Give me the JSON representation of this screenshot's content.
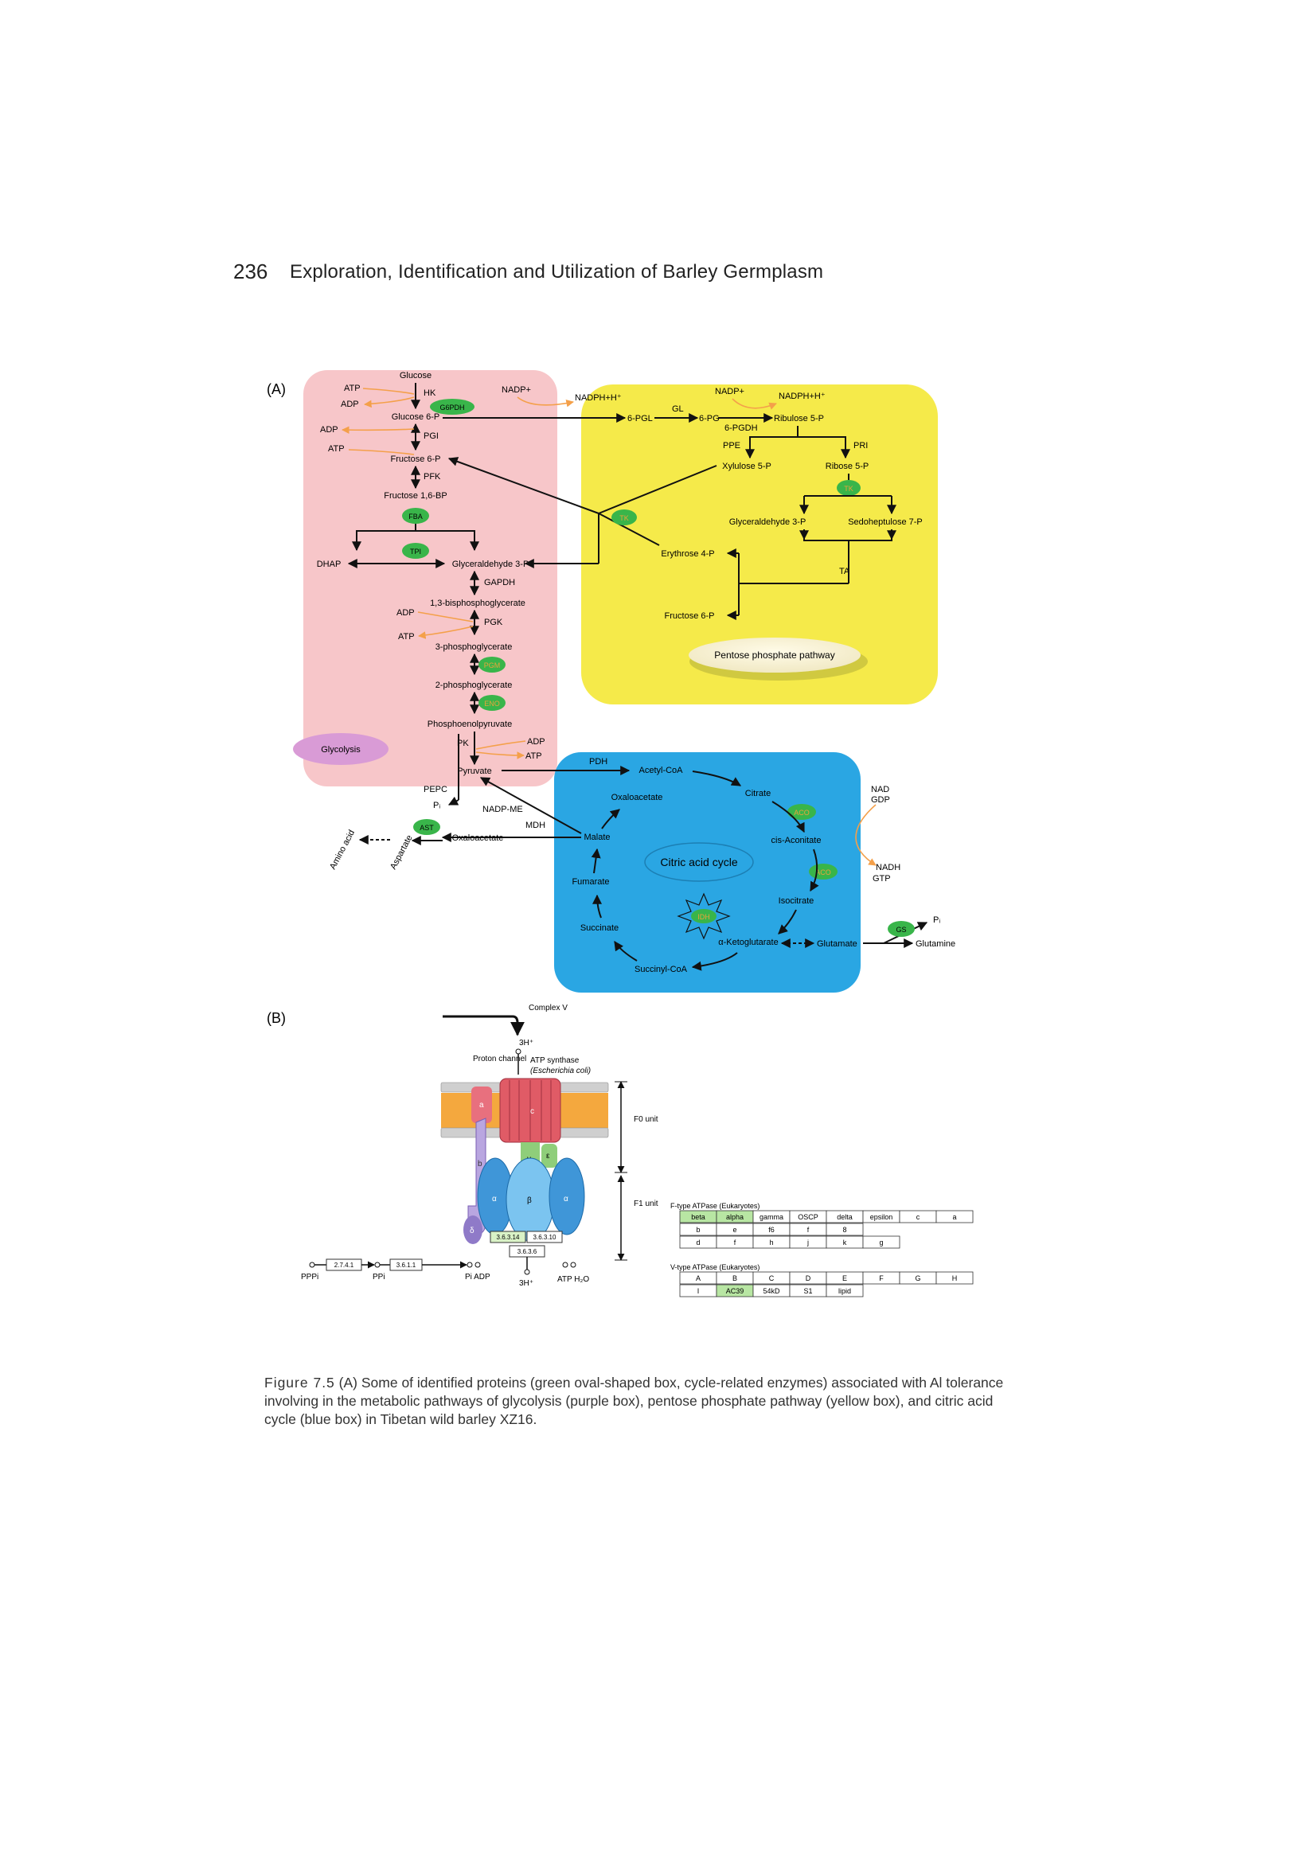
{
  "page": {
    "number": "236",
    "running_title": "Exploration, Identification and Utilization of Barley Germplasm"
  },
  "figure": {
    "panel_a_label": "(A)",
    "panel_b_label": "(B)",
    "glycolysis": {
      "box_label": "Glycolysis",
      "metabolites": {
        "glucose": "Glucose",
        "glucose6p": "Glucose 6-P",
        "fructose6p": "Fructose 6-P",
        "fructose16bp": "Fructose 1,6-BP",
        "dhap": "DHAP",
        "g3p": "Glyceraldehyde 3-P",
        "bpg": "1,3-bisphosphoglycerate",
        "pg3": "3-phosphoglycerate",
        "pg2": "2-phosphoglycerate",
        "pep": "Phosphoenolpyruvate",
        "pyruvate": "Pyruvate"
      },
      "enzymes": {
        "hk": "HK",
        "pgi": "PGI",
        "pfk": "PFK",
        "gapdh": "GAPDH",
        "pgk": "PGK",
        "pk": "PK"
      },
      "cofactors": {
        "atp1": "ATP",
        "adp1": "ADP",
        "adp2": "ADP",
        "atp2": "ATP",
        "adp3": "ADP",
        "atp3": "ATP",
        "adp4": "ADP",
        "atp4": "ATP"
      },
      "proteins": {
        "fba": "FBA",
        "tpi": "TPI",
        "pgm": "PGM",
        "eno": "ENO"
      }
    },
    "pentose": {
      "box_label": "Pentose phosphate pathway",
      "nadp1": "NADP+",
      "nadph1": "NADPH+H⁺",
      "nadp2": "NADP+",
      "nadph2": "NADPH+H⁺",
      "pgl": "6-PGL",
      "gl": "GL",
      "pg6": "6-PG",
      "pgdh": "6-PGDH",
      "ribulose": "Ribulose 5-P",
      "ppe": "PPE",
      "pri": "PRI",
      "xylulose": "Xylulose 5-P",
      "ribose": "Ribose 5-P",
      "g3p": "Glyceraldehyde 3-P",
      "sedo": "Sedoheptulose 7-P",
      "erythrose": "Erythrose 4-P",
      "ta": "TA",
      "fructose6p": "Fructose 6-P",
      "proteins": {
        "g6pdh": "G6PDH",
        "tk1": "TK",
        "tk2": "TK"
      }
    },
    "tca": {
      "box_label": "Citric acid cycle",
      "pdh": "PDH",
      "acetylcoa": "Acetyl-CoA",
      "citrate": "Citrate",
      "oxaloacetate": "Oxaloacetate",
      "cis_aconitate": "cis-Aconitate",
      "isocitrate": "Isocitrate",
      "akg": "α-Ketoglutarate",
      "succinylcoa": "Succinyl-CoA",
      "succinate": "Succinate",
      "fumarate": "Fumarate",
      "malate": "Malate",
      "nad": "NAD",
      "gdp": "GDP",
      "nadh": "NADH",
      "gtp": "GTP",
      "glutamate": "Glutamate",
      "glutamine": "Glutamine",
      "pi": "Pᵢ",
      "proteins": {
        "aco1": "ACO",
        "aco2": "ACO",
        "gs": "GS",
        "idh": "IDH"
      }
    },
    "side": {
      "pepc": "PEPC",
      "pi": "Pᵢ",
      "nadp_me": "NADP-ME",
      "mdh": "MDH",
      "ast": "AST",
      "oxaloacetate": "Oxaloacetate",
      "aspartate": "Aspartate",
      "amino_acid": "Amino acid"
    },
    "atpase": {
      "complex": "Complex V",
      "h_top": "3H⁺",
      "proton_channel": "Proton channel",
      "synthase": "ATP synthase",
      "organism": "(Escherichia coli)",
      "f0_unit": "F0 unit",
      "f1_unit": "F1 unit",
      "subunits": {
        "a": "a",
        "b": "b",
        "c": "c",
        "gamma": "γ",
        "epsilon": "ε",
        "delta": "δ",
        "alpha1": "α",
        "beta": "β",
        "alpha2": "α"
      },
      "ec1": "3.6.3.14",
      "ec2": "3.6.3.10",
      "ec3": "3.6.3.6",
      "ec4": "2.7.4.1",
      "ec5": "3.6.1.1",
      "pppi": "PPPi",
      "ppi": "PPi",
      "pi_adp": "Pi ADP",
      "h_bottom": "3H⁺",
      "atp_h2o": "ATP H₂O",
      "ftype_title": "F-type ATPase (Eukaryotes)",
      "ftype_row1": [
        "beta",
        "alpha",
        "gamma",
        "OSCP",
        "delta",
        "epsilon",
        "c",
        "a"
      ],
      "ftype_row2": [
        "b",
        "e",
        "f6",
        "f",
        "8"
      ],
      "ftype_row3": [
        "d",
        "f",
        "h",
        "j",
        "k",
        "g"
      ],
      "vtype_title": "V-type ATPase (Eukaryotes)",
      "vtype_row1": [
        "A",
        "B",
        "C",
        "D",
        "E",
        "F",
        "G",
        "H"
      ],
      "vtype_row2": [
        "I",
        "AC39",
        "54kD",
        "S1",
        "lipid"
      ]
    }
  },
  "caption": {
    "label": "Figure 7.5",
    "text": "(A) Some of identified proteins (green oval-shaped box, cycle-related enzymes) associated with Al tolerance involving in the metabolic pathways of glycolysis (purple box), pentose phosphate pathway (yellow box), and citric acid cycle (blue box) in Tibetan wild barley XZ16."
  },
  "colors": {
    "glycolysis_bg": "#f7c6c9",
    "pentose_bg": "#f5ea4a",
    "tca_bg": "#2aa6e3",
    "protein_green": "#39b54a",
    "cofactor_orange": "#f4a04a",
    "idh_yellow": "#f7ea55"
  }
}
